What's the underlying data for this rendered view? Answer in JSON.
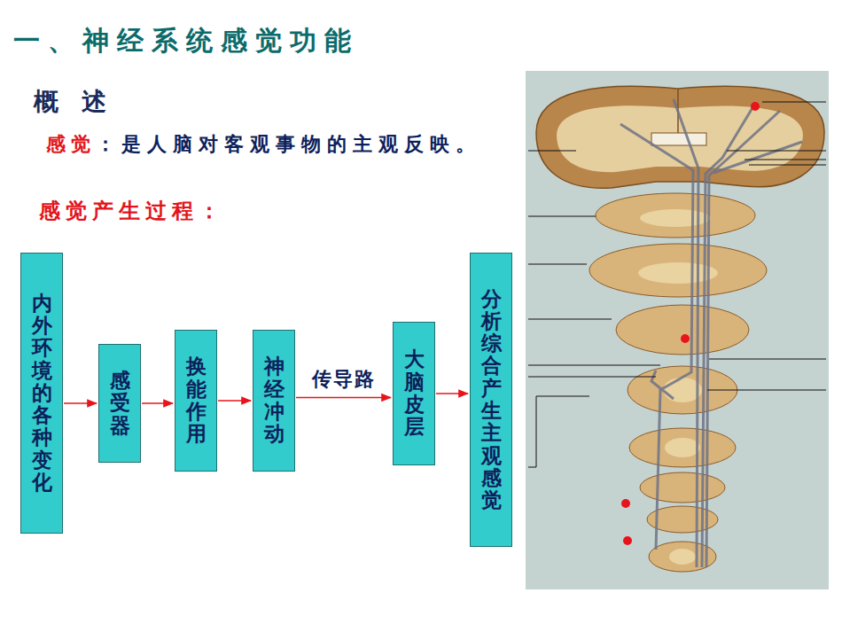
{
  "diagram": {
    "title": "一、神经系统感觉功能",
    "nodes": [
      {
        "text": [
          "内外环境的各种变化"
        ]
      },
      {
        "text": [
          "感受器"
        ]
      },
      {
        "text": [
          "换能作用"
        ]
      },
      {
        "text": [
          "神经冲动"
        ]
      },
      {
        "text": [
          "大脑皮层"
        ]
      },
      {
        "text": [
          "分析综合产生主观感觉"
        ]
      }
    ],
    "edges": [
      {
        "from": 0,
        "to": 1,
        "arrow": "to"
      },
      {
        "from": 1,
        "to": 2,
        "arrow": "to"
      },
      {
        "from": 2,
        "to": 3,
        "arrow": "to"
      },
      {
        "from": 3,
        "to": 4,
        "label": "传导路",
        "arrow": "to"
      },
      {
        "from": 4,
        "to": 5,
        "arrow": "to"
      }
    ],
    "labels": [
      "概 述",
      "感觉",
      "：是人脑对客观事物的主观反映。",
      "感觉产生过程："
    ]
  }
}
